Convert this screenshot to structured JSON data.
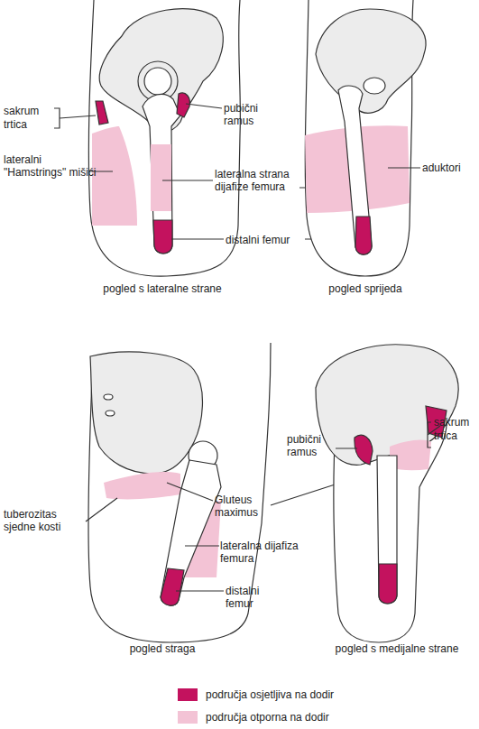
{
  "diagram": {
    "labels": [
      "sakrum",
      "trtica",
      "pubični ramus",
      "lateralni \"Hamstrings\" mišići",
      "lateralna strana dijafize femura",
      "distalni femur",
      "pogled s lateralne strane",
      "aduktori",
      "pogled sprijeda",
      "tuberozitas sjedne kosti",
      "Gluteus maximus",
      "lateralna dijafiza femura",
      "distalni femur",
      "pogled straga",
      "pubični ramus",
      "sakrum",
      "trtica",
      "pogled s medijalne strane"
    ],
    "legend": [
      {
        "text": "područja osjetljiva na dodir",
        "color": "#c3125e"
      },
      {
        "text": "područja otporna na dodir",
        "color": "#f3c3d5"
      }
    ]
  }
}
